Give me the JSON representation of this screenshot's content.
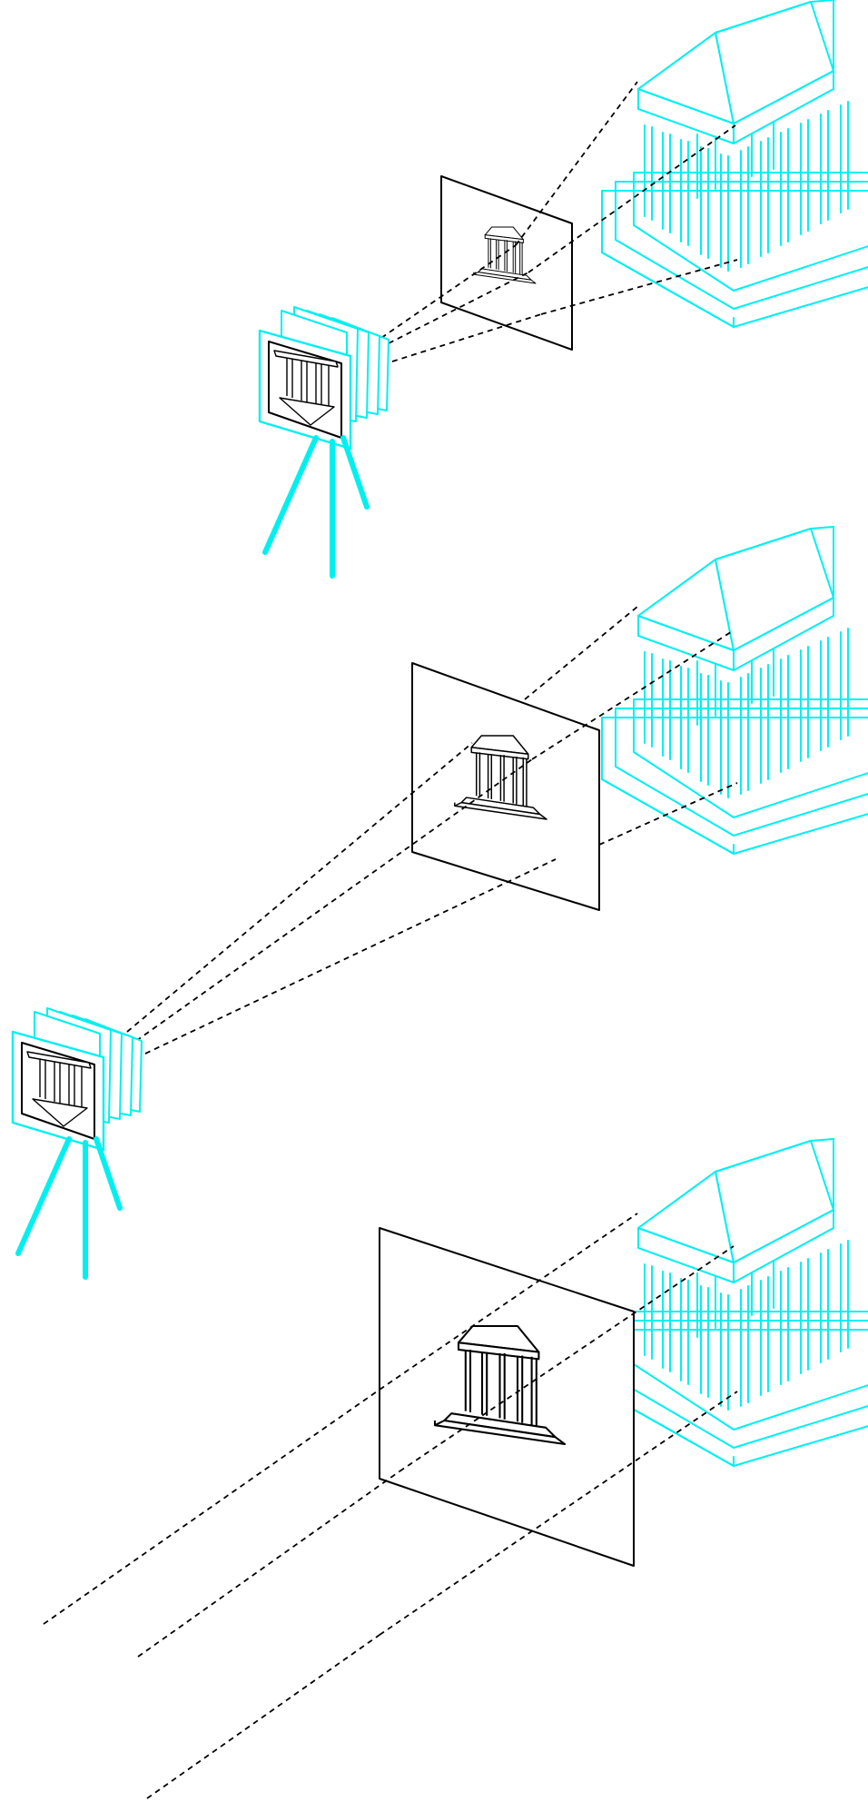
{
  "colors": {
    "background": "#ffffff",
    "construction_lines": "#00f0f0",
    "projection_lines": "#000000"
  },
  "scenes": [
    {
      "id": "scene-1",
      "camera": "camera-icon",
      "subject": "temple-icon",
      "projection_plane": "picture-plane"
    },
    {
      "id": "scene-2",
      "camera": "camera-icon",
      "subject": "temple-icon",
      "projection_plane": "picture-plane"
    },
    {
      "id": "scene-3",
      "camera": "",
      "subject": "temple-icon",
      "projection_plane": "picture-plane"
    }
  ]
}
